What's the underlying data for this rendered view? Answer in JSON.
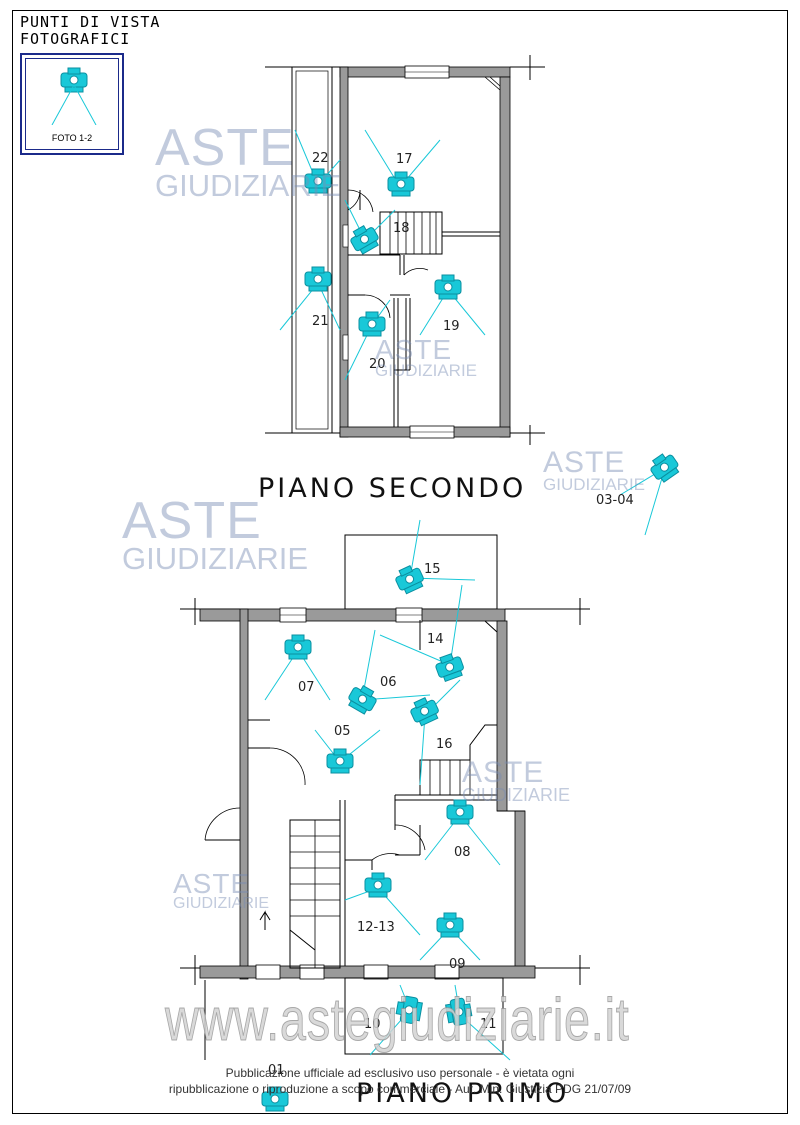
{
  "legend": {
    "title": "PUNTI DI VISTA\nFOTOGRAFICI",
    "box_label": "FOTO 1-2"
  },
  "floors": {
    "second": {
      "title": "PIANO SECONDO",
      "labels": [
        "22",
        "17",
        "18",
        "21",
        "19",
        "20"
      ]
    },
    "first": {
      "title": "PIANO PRIMO",
      "labels": [
        "03-04",
        "15",
        "14",
        "07",
        "06",
        "05",
        "16",
        "08",
        "12-13",
        "09",
        "10",
        "11",
        "01"
      ]
    }
  },
  "watermark": {
    "brand_top": "ASTE",
    "brand_bottom": "GIUDIZIARIE",
    "url": "www.astegiudiziarie.it",
    "notice_line1": "Pubblicazione ufficiale ad esclusivo uso personale - è vietata ogni",
    "notice_line2": "ripubblicazione o riproduzione a scopo commerciale - Aut. Min. Giustizia PDG 21/07/09"
  },
  "colors": {
    "wall": "#9a9a9a",
    "line": "#000000",
    "camera": "#19c8d8",
    "legend_border": "#1b2a8a",
    "watermark": "#8ca0c8"
  }
}
